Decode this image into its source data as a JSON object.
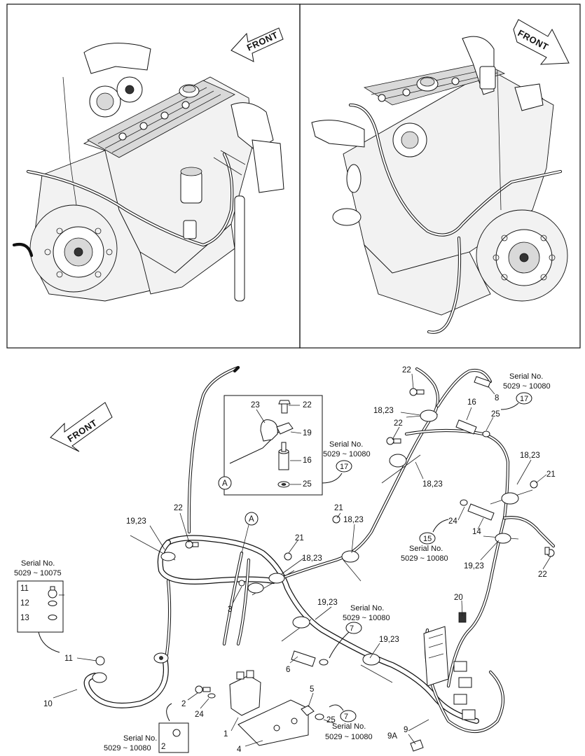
{
  "figure": {
    "front_labels": [
      "FRONT",
      "FRONT",
      "FRONT"
    ],
    "detail_view_label": "A",
    "serial_notes": {
      "s17a": {
        "line1": "Serial No.",
        "line2": "5029 ~ 10080",
        "ref": "17"
      },
      "s17b": {
        "line1": "Serial No.",
        "line2": "5029 ~ 10080",
        "ref": "17"
      },
      "s15": {
        "line1": "Serial No.",
        "line2": "5029 ~ 10080",
        "ref": "15"
      },
      "s7a": {
        "line1": "Serial No.",
        "line2": "5029 ~ 10080",
        "ref": "7"
      },
      "s7b": {
        "line1": "Serial No.",
        "line2": "5029 ~ 10080",
        "ref": "7"
      },
      "s11": {
        "line1": "Serial No.",
        "line2": "5029 ~ 10075"
      },
      "s2": {
        "line1": "Serial No.",
        "line2": "5029 ~ 10080",
        "ref": "2"
      }
    },
    "callouts": {
      "c22a": "22",
      "c8": "8",
      "c18_23a": "18,23",
      "c16a": "16",
      "c22b": "22",
      "c25a": "25",
      "c23d": "23",
      "c22d": "22",
      "c19d": "19",
      "c16d": "16",
      "c25d": "25",
      "c18_23b": "18,23",
      "c18_23c": "18,23",
      "c21a": "21",
      "c22c": "22",
      "c19_23a": "19,23",
      "c21b": "21",
      "c18_23d": "18,23",
      "c24a": "24",
      "c14": "14",
      "c21c": "21",
      "c18_23e": "18,23",
      "c19_23b": "19,23",
      "c22e": "22",
      "c3": "3",
      "c19_23c": "19,23",
      "c20": "20",
      "c19_23d": "19,23",
      "c6": "6",
      "c11a": "11",
      "c12": "12",
      "c13": "13",
      "c11b": "11",
      "c10": "10",
      "c2a": "2",
      "c24b": "24",
      "c5": "5",
      "c25b": "25",
      "c1": "1",
      "c4": "4",
      "c9": "9",
      "c9a": "9A",
      "c2b": "2"
    }
  }
}
